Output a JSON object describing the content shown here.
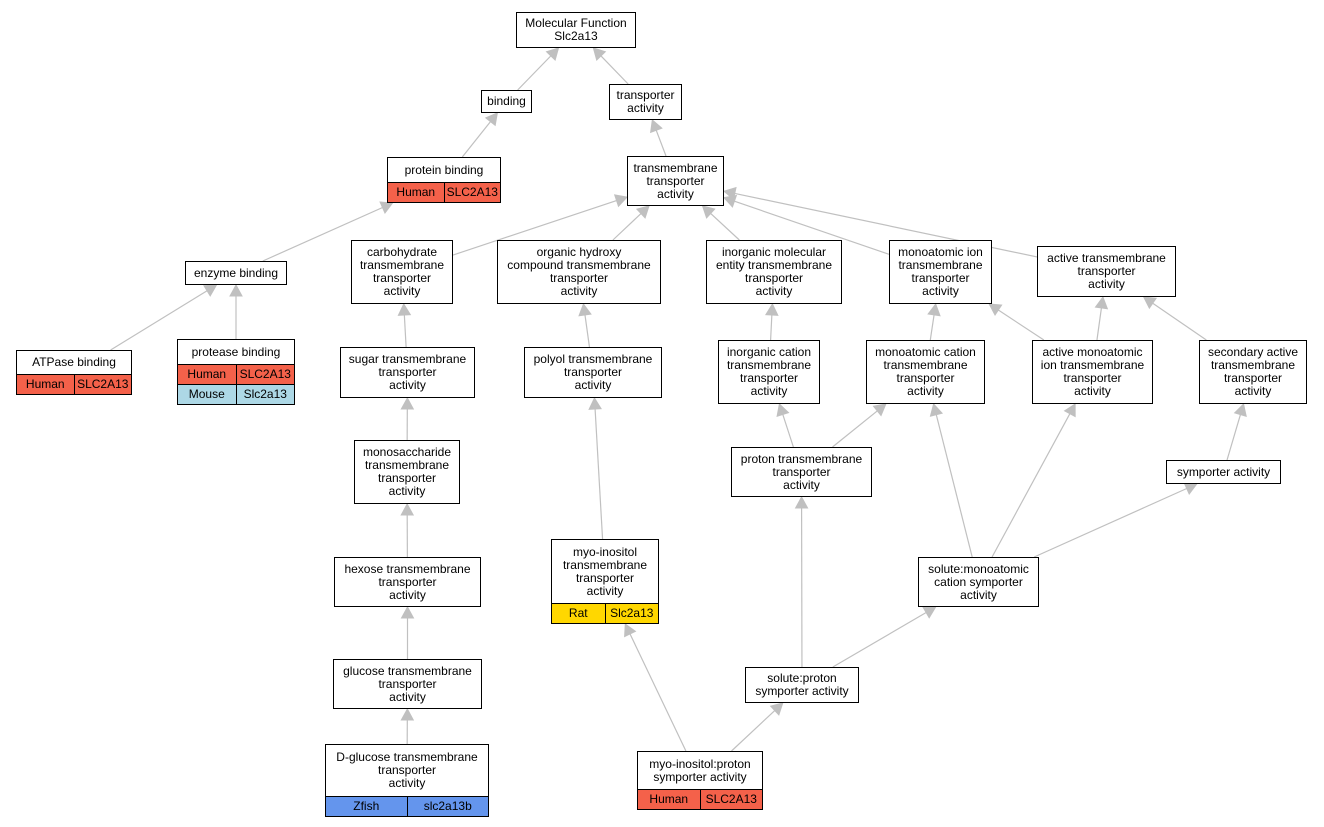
{
  "nodes": {
    "mf": {
      "label": "Molecular Function\nSlc2a13"
    },
    "binding": {
      "label": "binding"
    },
    "transporter": {
      "label": "transporter\nactivity"
    },
    "protein_binding": {
      "label": "protein binding",
      "annotations": [
        {
          "species": "Human",
          "gene": "SLC2A13"
        }
      ]
    },
    "tm_transporter": {
      "label": "transmembrane\ntransporter\nactivity"
    },
    "enzyme_binding": {
      "label": "enzyme binding"
    },
    "carb_tm": {
      "label": "carbohydrate\ntransmembrane\ntransporter\nactivity"
    },
    "org_hydroxy": {
      "label": "organic hydroxy\ncompound transmembrane\ntransporter\nactivity"
    },
    "inorg_mol": {
      "label": "inorganic molecular\nentity transmembrane\ntransporter\nactivity"
    },
    "monoatomic_ion": {
      "label": "monoatomic ion\ntransmembrane\ntransporter\nactivity"
    },
    "active_tm": {
      "label": "active transmembrane\ntransporter\nactivity"
    },
    "atpase_binding": {
      "label": "ATPase binding",
      "annotations": [
        {
          "species": "Human",
          "gene": "SLC2A13"
        }
      ]
    },
    "protease_binding": {
      "label": "protease binding",
      "annotations": [
        {
          "species": "Human",
          "gene": "SLC2A13"
        },
        {
          "species": "Mouse",
          "gene": "Slc2a13"
        }
      ]
    },
    "sugar_tm": {
      "label": "sugar transmembrane\ntransporter\nactivity"
    },
    "polyol_tm": {
      "label": "polyol transmembrane\ntransporter\nactivity"
    },
    "inorg_cation": {
      "label": "inorganic cation\ntransmembrane\ntransporter\nactivity"
    },
    "monoatomic_cation": {
      "label": "monoatomic cation\ntransmembrane\ntransporter\nactivity"
    },
    "active_monoatomic": {
      "label": "active monoatomic\nion transmembrane\ntransporter\nactivity"
    },
    "secondary_active": {
      "label": "secondary active\ntransmembrane\ntransporter\nactivity"
    },
    "monosaccharide": {
      "label": "monosaccharide\ntransmembrane\ntransporter\nactivity"
    },
    "proton_tm": {
      "label": "proton transmembrane\ntransporter\nactivity"
    },
    "symporter": {
      "label": "symporter activity"
    },
    "hexose": {
      "label": "hexose transmembrane\ntransporter\nactivity"
    },
    "myo_inositol": {
      "label": "myo-inositol\ntransmembrane\ntransporter\nactivity",
      "annotations": [
        {
          "species": "Rat",
          "gene": "Slc2a13"
        }
      ]
    },
    "solute_monoatomic": {
      "label": "solute:monoatomic\ncation symporter\nactivity"
    },
    "glucose": {
      "label": "glucose transmembrane\ntransporter\nactivity"
    },
    "solute_proton": {
      "label": "solute:proton\nsymporter activity"
    },
    "dglucose": {
      "label": "D-glucose transmembrane\ntransporter\nactivity",
      "annotations": [
        {
          "species": "Zfish",
          "gene": "slc2a13b"
        }
      ]
    },
    "myo_proton": {
      "label": "myo-inositol:proton\nsymporter activity",
      "annotations": [
        {
          "species": "Human",
          "gene": "SLC2A13"
        }
      ]
    }
  },
  "edges": [
    [
      "binding",
      "mf"
    ],
    [
      "transporter",
      "mf"
    ],
    [
      "protein_binding",
      "binding"
    ],
    [
      "tm_transporter",
      "transporter"
    ],
    [
      "enzyme_binding",
      "protein_binding"
    ],
    [
      "carb_tm",
      "tm_transporter"
    ],
    [
      "org_hydroxy",
      "tm_transporter"
    ],
    [
      "inorg_mol",
      "tm_transporter"
    ],
    [
      "monoatomic_ion",
      "tm_transporter"
    ],
    [
      "active_tm",
      "tm_transporter"
    ],
    [
      "atpase_binding",
      "enzyme_binding"
    ],
    [
      "protease_binding",
      "enzyme_binding"
    ],
    [
      "sugar_tm",
      "carb_tm"
    ],
    [
      "polyol_tm",
      "org_hydroxy"
    ],
    [
      "inorg_cation",
      "inorg_mol"
    ],
    [
      "monoatomic_cation",
      "monoatomic_ion"
    ],
    [
      "active_monoatomic",
      "monoatomic_ion"
    ],
    [
      "active_monoatomic",
      "active_tm"
    ],
    [
      "secondary_active",
      "active_tm"
    ],
    [
      "monosaccharide",
      "sugar_tm"
    ],
    [
      "proton_tm",
      "inorg_cation"
    ],
    [
      "proton_tm",
      "monoatomic_cation"
    ],
    [
      "symporter",
      "secondary_active"
    ],
    [
      "hexose",
      "monosaccharide"
    ],
    [
      "myo_inositol",
      "polyol_tm"
    ],
    [
      "solute_monoatomic",
      "monoatomic_cation"
    ],
    [
      "solute_monoatomic",
      "active_monoatomic"
    ],
    [
      "solute_monoatomic",
      "symporter"
    ],
    [
      "glucose",
      "hexose"
    ],
    [
      "solute_proton",
      "proton_tm"
    ],
    [
      "solute_proton",
      "solute_monoatomic"
    ],
    [
      "dglucose",
      "glucose"
    ],
    [
      "myo_proton",
      "myo_inositol"
    ],
    [
      "myo_proton",
      "solute_proton"
    ]
  ],
  "colors": {
    "edge": "#c0c0c0",
    "Human": "#f4614a",
    "Mouse": "#add8e6",
    "Rat": "#ffd700",
    "Zfish": "#6495ed"
  }
}
